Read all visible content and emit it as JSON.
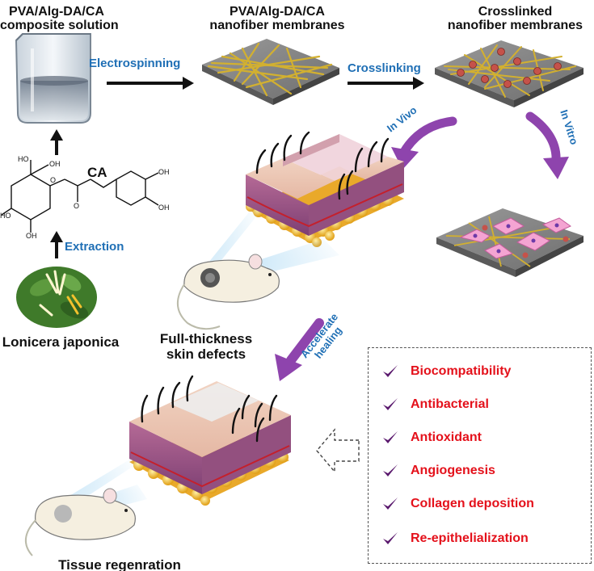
{
  "titles": {
    "composite_solution": [
      "PVA/Alg-DA/CA",
      "composite solution"
    ],
    "nanofiber_membranes": [
      "PVA/Alg-DA/CA",
      "nanofiber membranes"
    ],
    "crosslinked_membranes": [
      "Crosslinked",
      "nanofiber membranes"
    ]
  },
  "process_labels": {
    "electrospinning": "Electrospinning",
    "crosslinking": "Crosslinking",
    "extraction": "Extraction",
    "in_vivo": "In Vivo",
    "in_vitro": "In Vitro",
    "accelerate_healing": [
      "Accelerate",
      "healing"
    ]
  },
  "molecule": {
    "name": "CA",
    "atoms": [
      "HO",
      "OH",
      "O",
      "HO",
      "O",
      "OH",
      "OH",
      "OH"
    ]
  },
  "plant_label": "Lonicera japonica",
  "defect_label": [
    "Full-thickness",
    "skin defects"
  ],
  "regeneration_label": "Tissue regenration",
  "properties": [
    "Biocompatibility",
    "Antibacterial",
    "Antioxidant",
    "Angiogenesis",
    "Collagen deposition",
    "Re-epithelialization"
  ],
  "colors": {
    "label_blue": "#1f6fb5",
    "property_red": "#e4111b",
    "arrow_purple": "#8e44ad",
    "check_purple": "#5b1a6e",
    "fiber_yellow": "#c9a52a",
    "membrane_gray": "#8a8a8a"
  }
}
